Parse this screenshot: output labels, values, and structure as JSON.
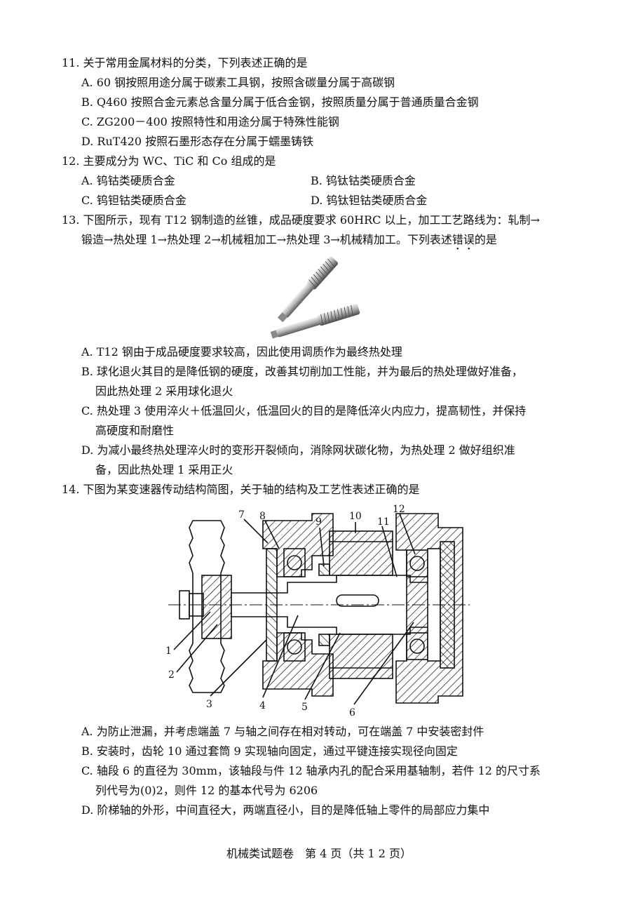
{
  "q11": {
    "stem": "11. 关于常用金属材料的分类，下列表述正确的是",
    "a": "A. 60 钢按照用途分属于碳素工具钢，按照含碳量分属于高碳钢",
    "b": "B. Q460 按照合金元素总含量分属于低合金钢，按照质量分属于普通质量合金钢",
    "c": "C. ZG200－400 按照特性和用途分属于特殊性能钢",
    "d": "D. RuT420 按照石墨形态存在分属于蠕墨铸铁"
  },
  "q12": {
    "stem": "12. 主要成分为 WC、TiC 和 Co 组成的是",
    "a": "A. 钨钴类硬质合金",
    "b": "B. 钨钛钴类硬质合金",
    "c": "C. 钨钽钴类硬质合金",
    "d": "D. 钨钛钽钴类硬质合金"
  },
  "q13": {
    "stem1": "13. 下图所示，现有 T12 钢制造的丝锥，成品硬度要求 60HRC 以上，加工工艺路线为：轧制→",
    "stem2_pre": "锻造→热处理 1→热处理 2→机械粗加工→热处理 3→机械精加工。下列表述",
    "stem2_emph1": "错",
    "stem2_emph2": "误",
    "stem2_post": "的是",
    "a": "A. T12 钢由于成品硬度要求较高，因此使用调质作为最终热处理",
    "b1": "B. 球化退火其目的是降低钢的硬度，改善其切削加工性能，并为最后的热处理做好准备，",
    "b2": "因此热处理 2 采用球化退火",
    "c1": "C. 热处理 3 使用淬火＋低温回火，低温回火的目的是降低淬火内应力，提高韧性，并保持",
    "c2": "高硬度和耐磨性",
    "d1": "D. 为减小最终热处理淬火时的变形开裂倾向，消除网状碳化物，为热处理 2 做好组织准",
    "d2": "备，因此热处理 1 采用正火"
  },
  "q14": {
    "stem": "14. 下图为某变速器传动结构简图，关于轴的结构及工艺性表述正确的是",
    "a": "A. 为防止泄漏，并考虑端盖 7 与轴之间存在相对转动，可在端盖 7 中安装密封件",
    "b": "B. 安装时，齿轮 10 通过套筒 9 实现轴向固定，通过平键连接实现径向固定",
    "c1": "C. 轴段 6 的直径为 30mm，该轴段与件 12 轴承内孔的配合采用基轴制，若件 12 的尺寸系",
    "c2": "列代号为(0)2，则件 12 的基本代号为 6206",
    "d": "D. 阶梯轴的外形，中间直径大，两端直径小，目的是降低轴上零件的局部应力集中",
    "labels": [
      "1",
      "2",
      "3",
      "4",
      "5",
      "6",
      "7",
      "8",
      "9",
      "10",
      "11",
      "12"
    ]
  },
  "footer": "机械类试题卷　第 4 页（共 1 2 页）"
}
